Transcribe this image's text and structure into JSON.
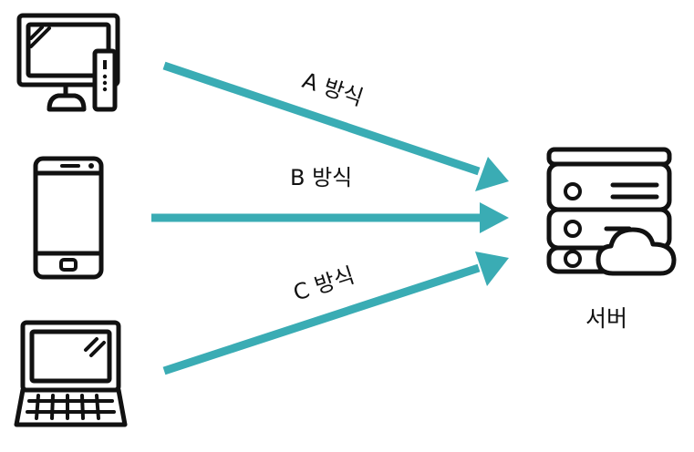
{
  "colors": {
    "arrow": "#3aacb4",
    "icon": "#111111",
    "background": "#ffffff"
  },
  "devices": [
    {
      "name": "desktop",
      "icon": "desktop-computer-icon"
    },
    {
      "name": "smartphone",
      "icon": "smartphone-icon"
    },
    {
      "name": "laptop",
      "icon": "laptop-icon"
    }
  ],
  "arrows": [
    {
      "label": "A 방식"
    },
    {
      "label": "B 방식"
    },
    {
      "label": "C 방식"
    }
  ],
  "server": {
    "label": "서버",
    "icon": "cloud-server-icon"
  }
}
